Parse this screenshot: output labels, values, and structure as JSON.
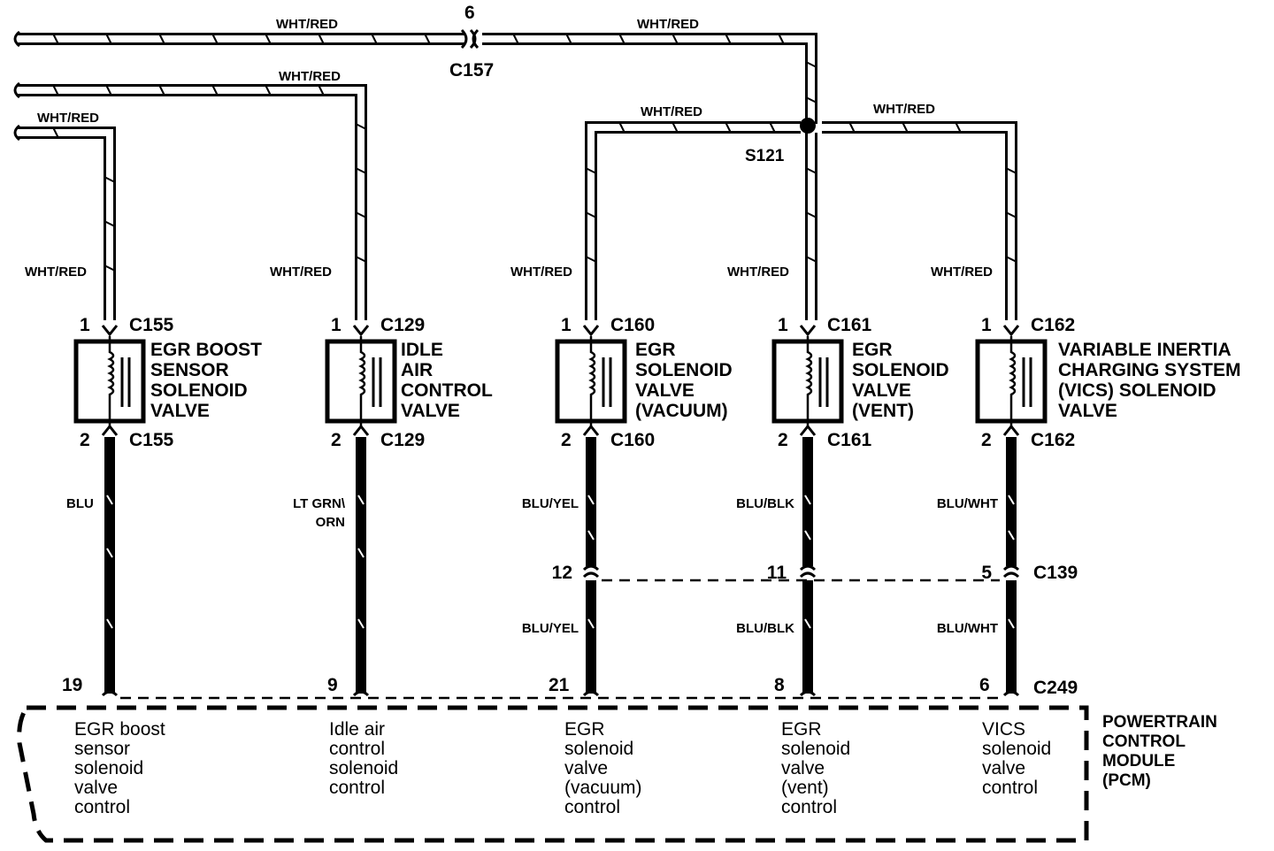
{
  "wire_colors": {
    "feed": "WHT/RED"
  },
  "top_connector": {
    "pin": "6",
    "name": "C157"
  },
  "splice": "S121",
  "top_labels": {
    "top_left": "WHT/RED",
    "top_right": "WHT/RED",
    "second": "WHT/RED",
    "third": "WHT/RED",
    "s121_left": "WHT/RED",
    "s121_right": "WHT/RED"
  },
  "components": [
    {
      "feed_label": "WHT/RED",
      "pin1": "1",
      "conn1": "C155",
      "name_lines": [
        "EGR BOOST",
        "SENSOR",
        "SOLENOID",
        "VALVE"
      ],
      "pin2": "2",
      "conn2": "C155",
      "lower_wire": [
        "BLU"
      ],
      "pcm_pin": "19",
      "pcm_desc": [
        "EGR boost",
        "sensor",
        "solenoid",
        "valve",
        "control"
      ]
    },
    {
      "feed_label": "WHT/RED",
      "pin1": "1",
      "conn1": "C129",
      "name_lines": [
        "IDLE",
        "AIR",
        "CONTROL",
        "VALVE"
      ],
      "pin2": "2",
      "conn2": "C129",
      "lower_wire": [
        "LT GRN\\",
        "ORN"
      ],
      "pcm_pin": "9",
      "pcm_desc": [
        "Idle air",
        "control",
        "solenoid",
        "control"
      ]
    },
    {
      "feed_label": "WHT/RED",
      "pin1": "1",
      "conn1": "C160",
      "name_lines": [
        "EGR",
        "SOLENOID",
        "VALVE",
        "(VACUUM)"
      ],
      "pin2": "2",
      "conn2": "C160",
      "lower_wire": [
        "BLU/YEL"
      ],
      "c139_pin": "12",
      "lower_wire_2": "BLU/YEL",
      "pcm_pin": "21",
      "pcm_desc": [
        "EGR",
        "solenoid",
        "valve",
        "(vacuum)",
        "control"
      ]
    },
    {
      "feed_label": "WHT/RED",
      "pin1": "1",
      "conn1": "C161",
      "name_lines": [
        "EGR",
        "SOLENOID",
        "VALVE",
        "(VENT)"
      ],
      "pin2": "2",
      "conn2": "C161",
      "lower_wire": [
        "BLU/BLK"
      ],
      "c139_pin": "11",
      "lower_wire_2": "BLU/BLK",
      "pcm_pin": "8",
      "pcm_desc": [
        "EGR",
        "solenoid",
        "valve",
        "(vent)",
        "control"
      ]
    },
    {
      "feed_label": "WHT/RED",
      "pin1": "1",
      "conn1": "C162",
      "name_lines": [
        "VARIABLE INERTIA",
        "CHARGING SYSTEM",
        "(VICS) SOLENOID",
        "VALVE"
      ],
      "pin2": "2",
      "conn2": "C162",
      "lower_wire": [
        "BLU/WHT"
      ],
      "c139_pin": "5",
      "lower_wire_2": "BLU/WHT",
      "pcm_pin": "6",
      "pcm_desc": [
        "VICS",
        "solenoid",
        "valve",
        "control"
      ]
    }
  ],
  "c139": "C139",
  "c249": "C249",
  "pcm_title": [
    "POWERTRAIN",
    "CONTROL",
    "MODULE",
    "(PCM)"
  ]
}
